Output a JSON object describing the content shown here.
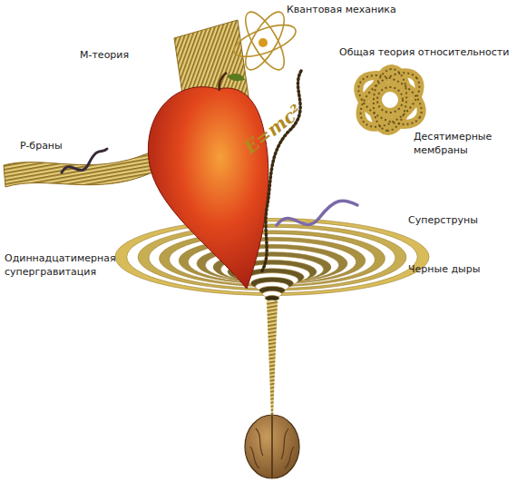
{
  "diagram": {
    "labels": [
      "Квантовая механика",
      "М-теория",
      "Общая теория относительности",
      "Десятимерные мембраны",
      "P-браны",
      "E=mc²",
      "Суперструны",
      "Одиннадцатимерная супергравитация",
      "Черные дыры"
    ]
  }
}
